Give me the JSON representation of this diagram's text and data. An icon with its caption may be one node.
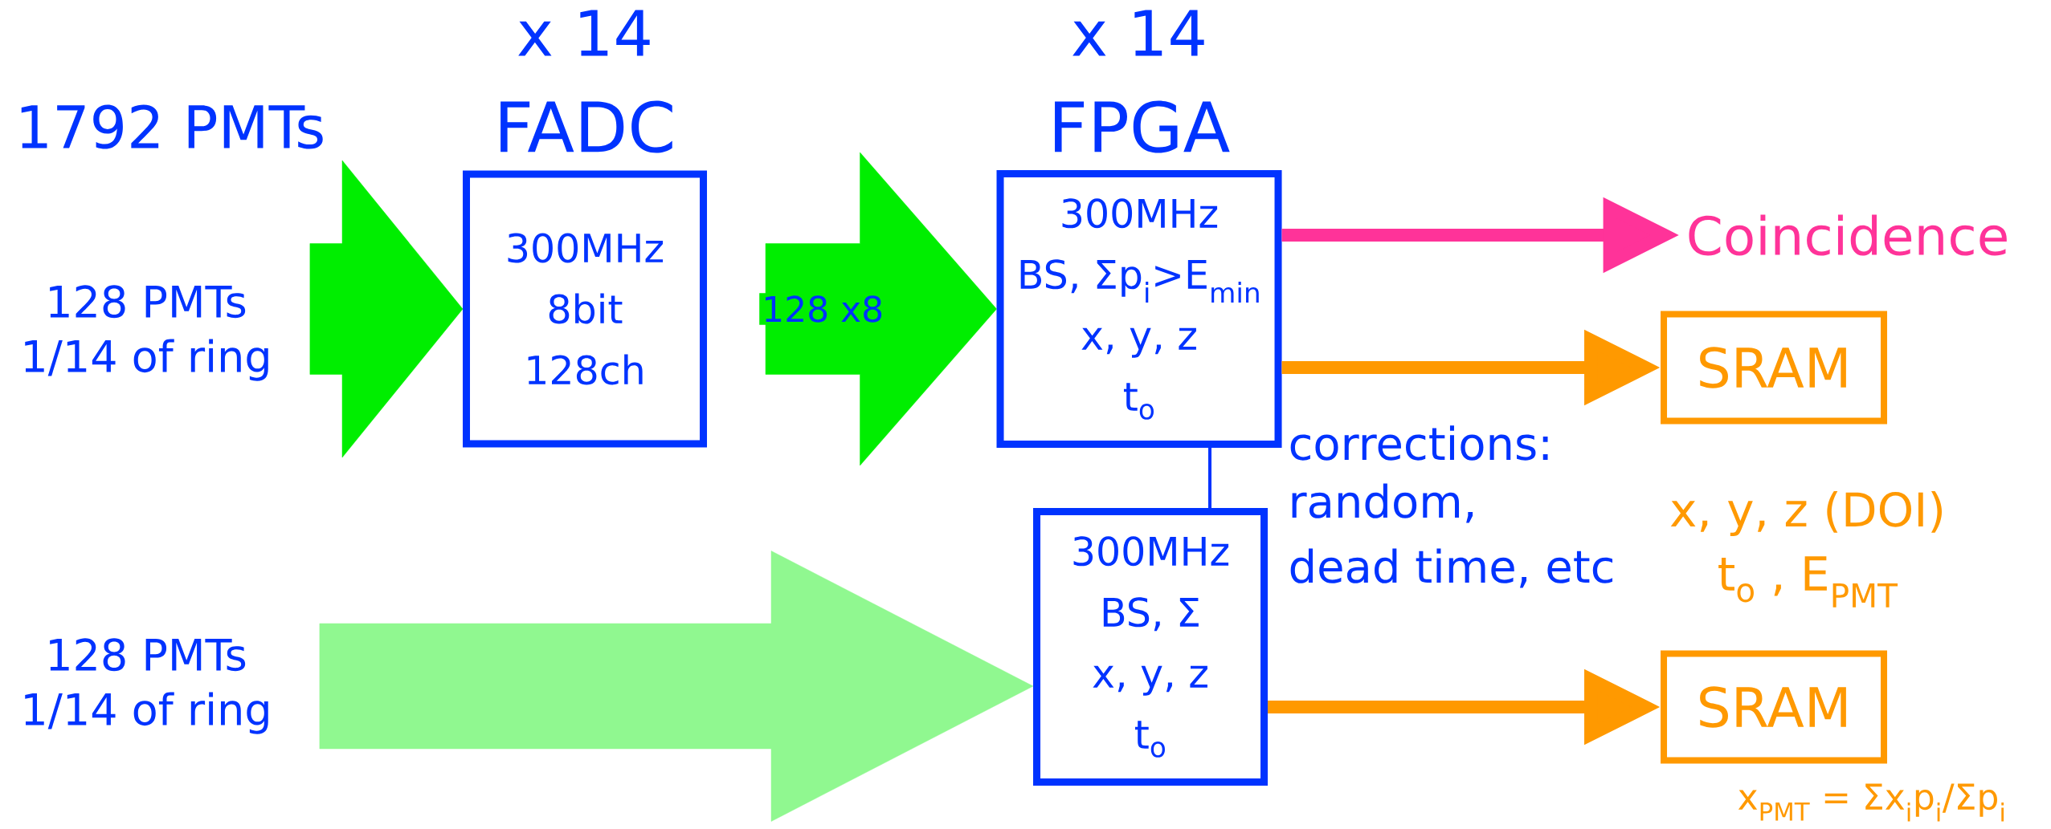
{
  "diagram": {
    "nodes": [
      {
        "text": [
          "128 PMTs",
          "1/14 of ring"
        ]
      },
      {
        "text": [
          "x 14",
          "FADC",
          "300MHz",
          "8bit",
          "128ch"
        ]
      },
      {
        "text": [
          "x 14",
          "FPGA",
          "300MHz",
          "BS, Σp$_{i}$>E$_{min}$",
          "x, y, z",
          "t$_{o}$"
        ]
      },
      {
        "text": [
          "Coincidence"
        ]
      },
      {
        "text": [
          "SRAM"
        ]
      },
      {
        "text": [
          "128 PMTs",
          "1/14 of ring"
        ]
      },
      {
        "text": [
          "300MHz",
          "BS, Σ",
          "x, y, z",
          "t$_{o}$"
        ]
      },
      {
        "text": [
          "SRAM"
        ]
      }
    ],
    "edges": [
      {
        "from": 0,
        "to": 1,
        "arrow": "to",
        "style": "thick",
        "color": "#00ee00"
      },
      {
        "from": 1,
        "to": 2,
        "arrow": "to",
        "style": "thick",
        "color": "#00ee00",
        "label": "128 x8"
      },
      {
        "from": 5,
        "to": 6,
        "arrow": "to",
        "style": "thick",
        "color": "#90f890"
      },
      {
        "from": 2,
        "to": 3,
        "arrow": "to",
        "color": "#ff3399"
      },
      {
        "from": 2,
        "to": 4,
        "arrow": "to",
        "color": "#ff9900"
      },
      {
        "from": 6,
        "to": 7,
        "arrow": "to",
        "color": "#ff9900"
      },
      {
        "from": 2,
        "to": 6,
        "arrow": "none",
        "color": "#0033ff"
      }
    ],
    "labels": [
      "1792 PMTs",
      "corrections:",
      "random,",
      "dead time, etc",
      "x, y, z (DOI)",
      "t$_{o}$ , E$_{PMT}$",
      "x$_{PMT}$ = Σx$_{i}$p$_{i}$/Σp$_{i}$"
    ]
  }
}
